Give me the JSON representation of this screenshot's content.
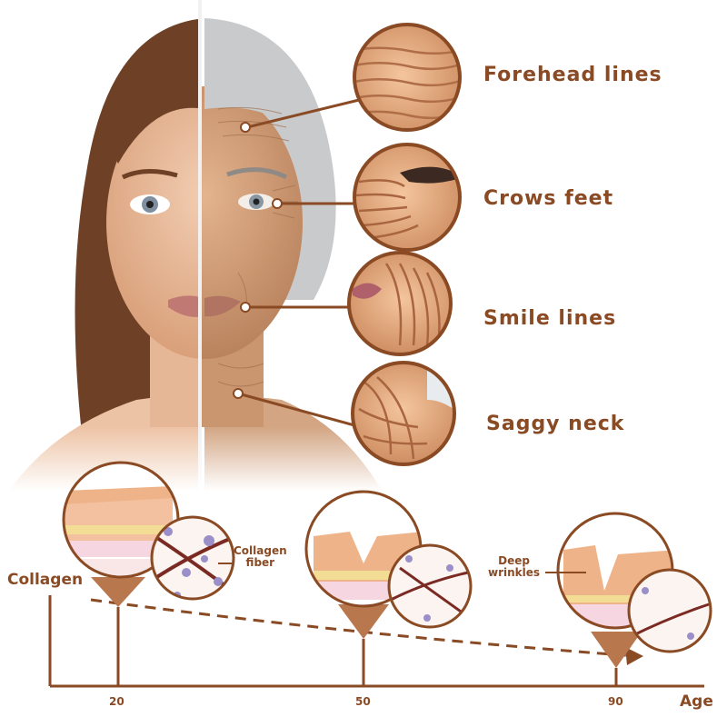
{
  "features": [
    {
      "label": "Forehead lines"
    },
    {
      "label": "Crows feet"
    },
    {
      "label": "Smile lines"
    },
    {
      "label": "Saggy neck"
    }
  ],
  "diagram": {
    "y_label": "Collagen",
    "x_label": "Age",
    "ticks": [
      "20",
      "50",
      "90"
    ],
    "annotations": {
      "collagen_fiber": [
        "Collagen",
        "fiber"
      ],
      "deep_wrinkles": [
        "Deep",
        "wrinkles"
      ]
    }
  },
  "colors": {
    "accent": "#8a4a24",
    "skin": "#e0a57e",
    "old_hair": "#c9cacc",
    "young_hair": "#7a4a2b"
  }
}
